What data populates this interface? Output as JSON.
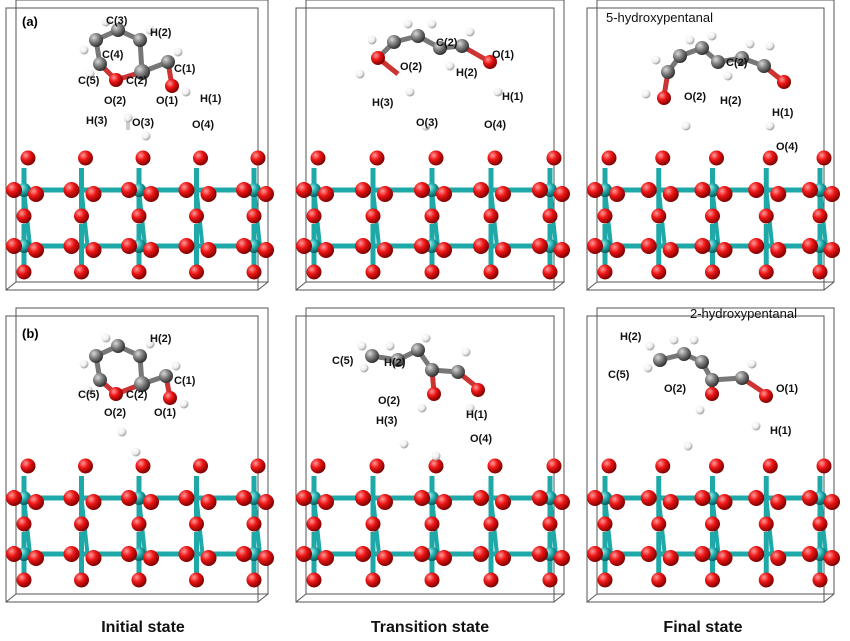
{
  "columns": [
    "Initial state",
    "Transition state",
    "Final state"
  ],
  "rows": [
    {
      "label": "(a)",
      "panels": [
        {
          "molecule_name": "",
          "atom_labels": [
            "C(3)",
            "C(4)",
            "H(2)",
            "C(5)",
            "C(2)",
            "C(1)",
            "O(2)",
            "O(1)",
            "H(1)",
            "H(3)",
            "O(3)",
            "O(4)"
          ]
        },
        {
          "molecule_name": "",
          "atom_labels": [
            "C(2)",
            "O(1)",
            "O(2)",
            "H(2)",
            "H(1)",
            "H(3)",
            "O(3)",
            "O(4)"
          ]
        },
        {
          "molecule_name": "5-hydroxypentanal",
          "atom_labels": [
            "C(2)",
            "O(2)",
            "H(2)",
            "H(1)",
            "O(4)"
          ]
        }
      ]
    },
    {
      "label": "(b)",
      "panels": [
        {
          "molecule_name": "",
          "atom_labels": [
            "H(2)",
            "C(1)",
            "C(5)",
            "C(2)",
            "O(2)",
            "O(1)"
          ]
        },
        {
          "molecule_name": "",
          "atom_labels": [
            "C(5)",
            "H(2)",
            "O(2)",
            "H(3)",
            "H(1)",
            "O(4)"
          ]
        },
        {
          "molecule_name": "2-hydroxypentanal",
          "atom_labels": [
            "H(2)",
            "C(5)",
            "O(2)",
            "O(1)",
            "H(1)"
          ]
        }
      ]
    }
  ],
  "colors": {
    "oxygen": "#ee1111",
    "metal": "#1fa8a8",
    "carbon": "#7a7a7a",
    "hydrogen": "#f2f2f2",
    "frame": "#555555"
  }
}
